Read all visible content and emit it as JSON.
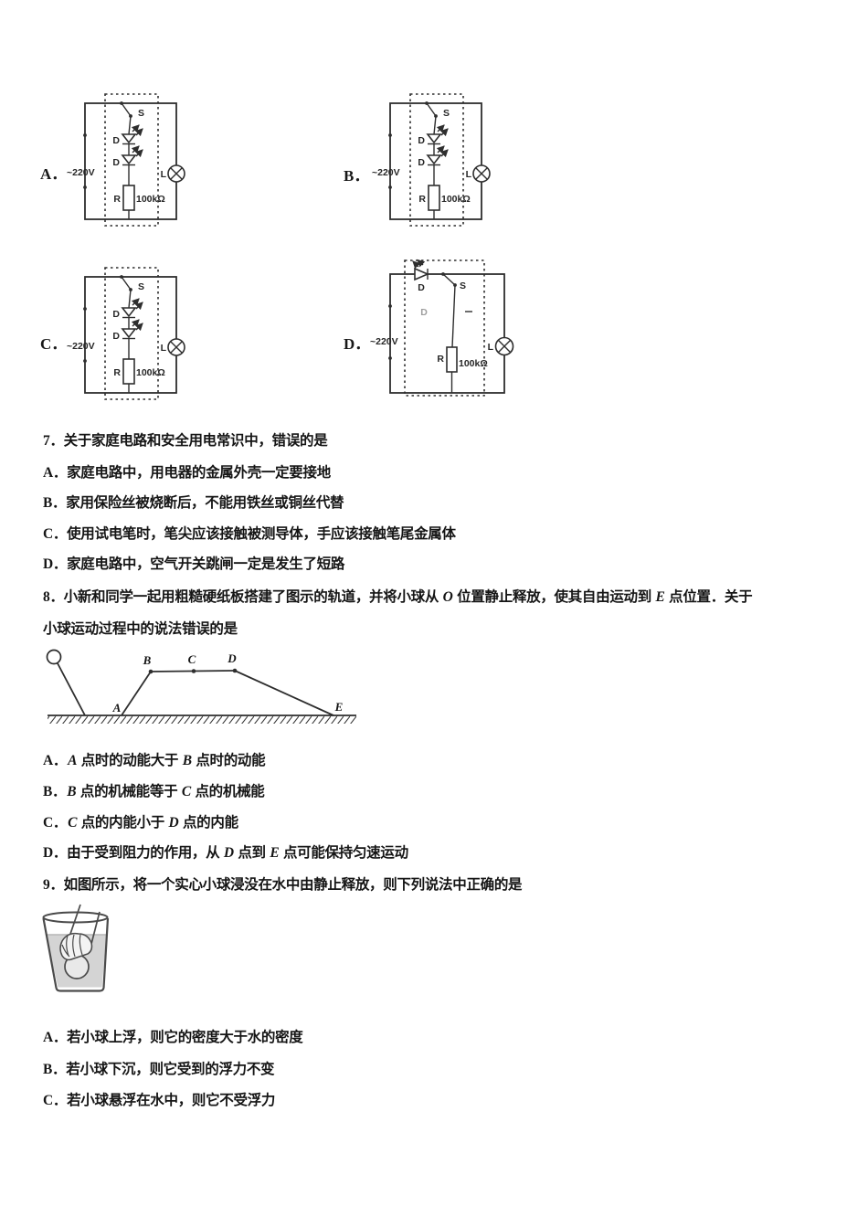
{
  "page": {
    "background": "#ffffff",
    "ink": "#161616",
    "water_color": "#d4d4d4"
  },
  "circuit_options": {
    "a": {
      "letter": "A．",
      "source": "~220V",
      "switch": "S",
      "diode_top": "D",
      "diode_bottom": "D",
      "resistor": "R",
      "resistance": "100kΩ",
      "lamp": "L"
    },
    "b": {
      "letter": "B．",
      "source": "~220V",
      "switch": "S",
      "diode_top": "D",
      "diode_bottom": "D",
      "resistor": "R",
      "resistance": "100kΩ",
      "lamp": "L"
    },
    "c": {
      "letter": "C．",
      "source": "~220V",
      "switch": "S",
      "diode_top": "D",
      "diode_bottom": "D",
      "resistor": "R",
      "resistance": "100kΩ",
      "lamp": "L"
    },
    "d": {
      "letter": "D．",
      "source": "~220V",
      "switch": "S",
      "diode_top": "D",
      "diode_faint": "D",
      "resistor": "R",
      "resistance": "100kΩ",
      "lamp": "L"
    }
  },
  "q7": {
    "stem": "7．关于家庭电路和安全用电常识中，错误的是",
    "options": [
      "A．家庭电路中，用电器的金属外壳一定要接地",
      "B．家用保险丝被烧断后，不能用铁丝或铜丝代替",
      "C．使用试电笔时，笔尖应该接触被测导体，手应该接触笔尾金属体",
      "D．家庭电路中，空气开关跳闸一定是发生了短路"
    ]
  },
  "q8": {
    "stem_line1": "8．小新和同学一起用粗糙硬纸板搭建了图示的轨道，并将小球从 O 位置静止释放，使其自由运动到 E 点位置．关于",
    "stem_line2": "小球运动过程中的说法错误的是",
    "track_points": {
      "a": "A",
      "b": "B",
      "c": "C",
      "d": "D",
      "e": "E"
    },
    "options": [
      "A．A 点时的动能大于 B 点时的动能",
      "B．B 点的机械能等于 C 点的机械能",
      "C．C 点的内能小于 D 点的内能",
      "D．由于受到阻力的作用，从 D 点到 E 点可能保持匀速运动"
    ]
  },
  "q9": {
    "stem": "9．如图所示，将一个实心小球浸没在水中由静止释放，则下列说法中正确的是",
    "options": [
      "A．若小球上浮，则它的密度大于水的密度",
      "B．若小球下沉，则它受到的浮力不变",
      "C．若小球悬浮在水中，则它不受浮力"
    ]
  }
}
